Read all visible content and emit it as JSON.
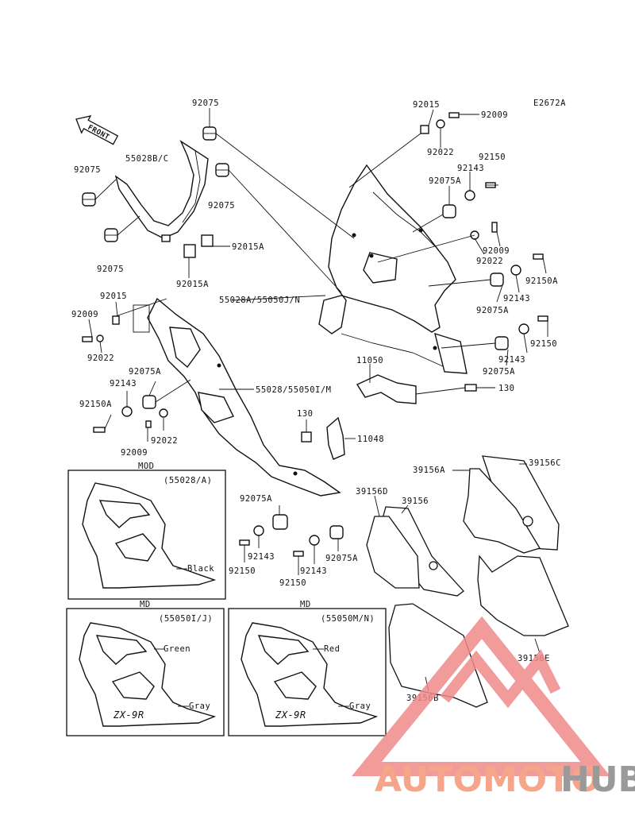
{
  "diagram_code": "E2672A",
  "front_label": "FRONT",
  "part_labels": {
    "p92075_top": "92075",
    "p92075_left": "92075",
    "p92075_mid": "92075",
    "p92075_low": "92075",
    "p55028bc": "55028B/C",
    "p92015a_1": "92015A",
    "p92015a_2": "92015A",
    "p92015_top": "92015",
    "p92009_top": "92009",
    "p92022_top": "92022",
    "p92150_top": "92150",
    "p92143_top": "92143",
    "p92075a_top": "92075A",
    "p92009_r": "92009",
    "p92022_r": "92022",
    "p92150a_r": "92150A",
    "p92143_r": "92143",
    "p92075a_r": "92075A",
    "p92143_r2": "92143",
    "p92150_r2": "92150",
    "p92075a_r2": "92075A",
    "p55028a": "55028A/55050J/N",
    "p92015_l": "92015",
    "p92009_l": "92009",
    "p92022_l": "92022",
    "p11050": "11050",
    "p130_r": "130",
    "p92075a_l": "92075A",
    "p92143_l": "92143",
    "p55028": "55028/55050I/M",
    "p92150a_l": "92150A",
    "p130_mid": "130",
    "p11048": "11048",
    "p92022_l2": "92022",
    "p92009_l2": "92009",
    "p92075a_b1": "92075A",
    "p92143_b1": "92143",
    "p92150_b1": "92150",
    "p92150_b2": "92150",
    "p92143_b2": "92143",
    "p92075a_b2": "92075A",
    "p39156a": "39156A",
    "p39156c": "39156C",
    "p39156d": "39156D",
    "p39156": "39156",
    "p39156e": "39156E",
    "p39156b": "39156B"
  },
  "variants": [
    {
      "tag": "MOD",
      "code": "(55028/A)",
      "colors": [
        "Black"
      ]
    },
    {
      "tag": "MD",
      "code": "(55050I/J)",
      "colors": [
        "Green",
        "Gray"
      ]
    },
    {
      "tag": "MD",
      "code": "(55050M/N)",
      "colors": [
        "Red",
        "Gray"
      ]
    }
  ],
  "watermark": {
    "part1": "AUTOMOTO",
    "part2": "HUB",
    "color1": "#f4a58a",
    "color2": "#9a9a9a",
    "logo_color": "#f08a8a"
  }
}
